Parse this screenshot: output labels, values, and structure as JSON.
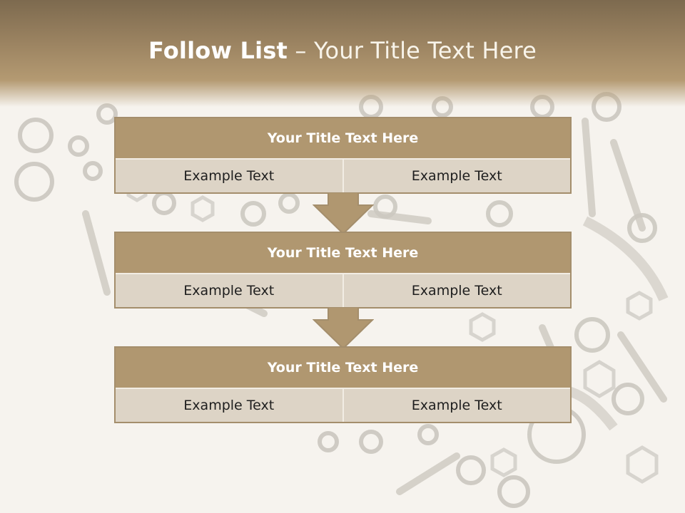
{
  "slide": {
    "title_bold": "Follow List",
    "title_rest": "– Your Title Text Here"
  },
  "blocks": [
    {
      "title": "Your Title Text Here",
      "left": "Example Text",
      "right": "Example Text"
    },
    {
      "title": "Your Title Text Here",
      "left": "Example Text",
      "right": "Example Text"
    },
    {
      "title": "Your Title Text Here",
      "left": "Example Text",
      "right": "Example Text"
    }
  ],
  "colors": {
    "header": "#9b8361",
    "block_title_bg": "#b09770",
    "block_cell_bg": "#ddd4c6",
    "arrow": "#b09770"
  }
}
